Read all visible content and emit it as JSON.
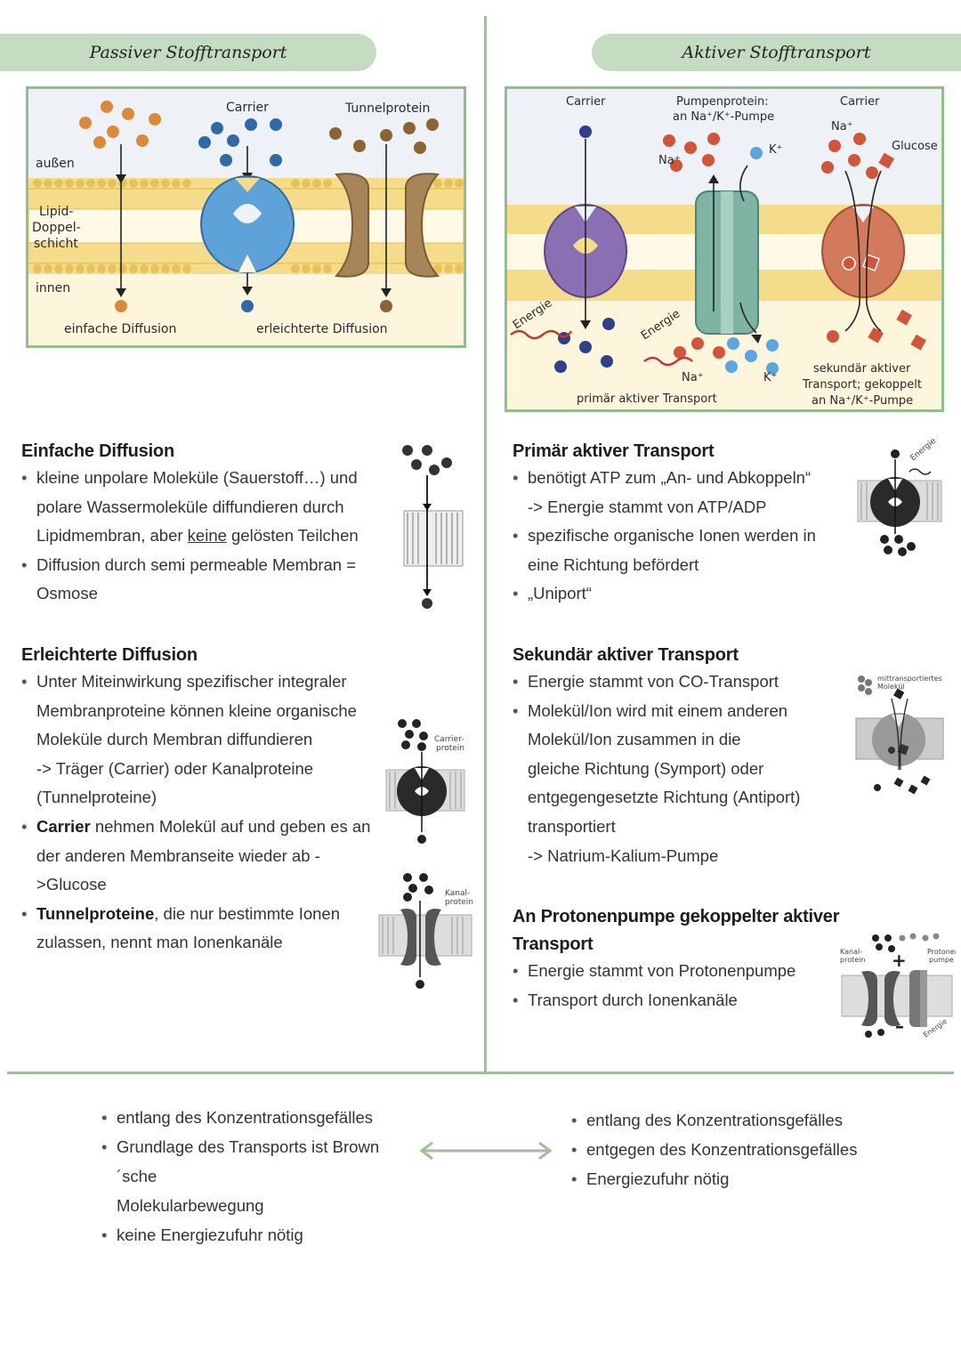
{
  "headers": {
    "passive": "Passiver Stofftransport",
    "active": "Aktiver Stofftransport"
  },
  "fig_passive": {
    "label_carrier": "Carrier",
    "label_tunnel": "Tunnelprotein",
    "label_outside": "außen",
    "label_lipid_1": "Lipid-",
    "label_lipid_2": "Doppel-",
    "label_lipid_3": "schicht",
    "label_inside": "innen",
    "label_simple": "einfache Diffusion",
    "label_facilitated": "erleichterte Diffusion"
  },
  "fig_active": {
    "label_carrier_left": "Carrier",
    "label_pump_1": "Pumpenprotein:",
    "label_pump_2": "an Na⁺/K⁺-Pumpe",
    "label_carrier_right": "Carrier",
    "label_na_top": "Na⁺",
    "label_k_top": "K⁺",
    "label_na_right": "Na⁺",
    "label_glucose": "Glucose",
    "label_energy_1": "Energie",
    "label_energy_2": "Energie",
    "label_na_bottom": "Na⁺",
    "label_k_bottom": "K⁺",
    "label_primary": "primär aktiver Transport",
    "label_secondary_1": "sekundär aktiver",
    "label_secondary_2": "Transport; gekoppelt",
    "label_secondary_3": "an Na⁺/K⁺-Pumpe"
  },
  "left": {
    "simple": {
      "title": "Einfache Diffusion",
      "b1": [
        "kleine unpolare Moleküle (Sauerstoff…) und",
        "polare Wassermoleküle diffundieren durch",
        "Lipidmembran, aber "
      ],
      "b1_underline": "keine",
      "b1_end": " gelösten Teilchen",
      "b2": [
        "Diffusion durch semi permeable Membran =",
        "Osmose"
      ]
    },
    "facilitated": {
      "title": "Erleichterte Diffusion",
      "b1": [
        "Unter Miteinwirkung spezifischer integraler",
        "Membranproteine können kleine organische",
        "Moleküle durch Membran diffundieren",
        "-> Träger (Carrier) oder Kanalproteine",
        "(Tunnelproteine)"
      ],
      "b2_bold": "Carrier",
      "b2_rest": " nehmen Molekül auf und geben es an",
      "b2_line2": "der anderen Membranseite wieder ab ->Glucose",
      "b3_bold": "Tunnelproteine",
      "b3_rest": ", die nur bestimmte Ionen",
      "b3_line2": "zulassen, nennt man Ionenkanäle"
    },
    "thumb_carrier_label_1": "Carrier-",
    "thumb_carrier_label_2": "protein",
    "thumb_channel_label_1": "Kanal-",
    "thumb_channel_label_2": "protein"
  },
  "right": {
    "primary": {
      "title": "Primär aktiver Transport",
      "b1": [
        "benötigt ATP zum „An- und Abkoppeln“",
        "-> Energie stammt von ATP/ADP"
      ],
      "b2": [
        "spezifische organische Ionen werden in",
        "eine Richtung befördert"
      ],
      "b3": "„Uniport“"
    },
    "secondary": {
      "title": "Sekundär aktiver Transport",
      "b1": "Energie stammt von CO-Transport",
      "b2": [
        "Molekül/Ion wird mit einem anderen",
        "Molekül/Ion zusammen in die",
        "gleiche Richtung (Symport) oder",
        "entgegengesetzte Richtung (Antiport)",
        "transportiert",
        "-> Natrium-Kalium-Pumpe"
      ]
    },
    "proton": {
      "title_1": "An Protonenpumpe gekoppelter aktiver",
      "title_2": "Transport",
      "b1": "Energie stammt von Protonenpumpe",
      "b2": "Transport durch Ionenkanäle"
    },
    "thumb_energy": "Energie",
    "thumb_cotransport_1": "mittransportiertes",
    "thumb_cotransport_2": "Molekül",
    "thumb_kanal_1": "Kanal-",
    "thumb_kanal_2": "protein",
    "thumb_proton_1": "Protonen-",
    "thumb_proton_2": "pumpe",
    "thumb_plus": "+",
    "thumb_minus": "–",
    "thumb_energy_2": "Energie"
  },
  "summary": {
    "left": [
      "entlang des Konzentrationsgefälles",
      "Grundlage des Transports ist Brown´sche",
      "Molekularbewegung",
      "keine Energiezufuhr nötig"
    ],
    "right": [
      "entlang des Konzentrationsgefälles",
      "entgegen des Konzentrationsgefälles",
      "Energiezufuhr nötig"
    ]
  },
  "colors": {
    "accent_green": "#9fc09b",
    "pill_green": "#c6dcc2",
    "membrane": "#f2d985",
    "molecule_orange": "#d98a3a",
    "molecule_blue": "#2f6aa8"
  }
}
